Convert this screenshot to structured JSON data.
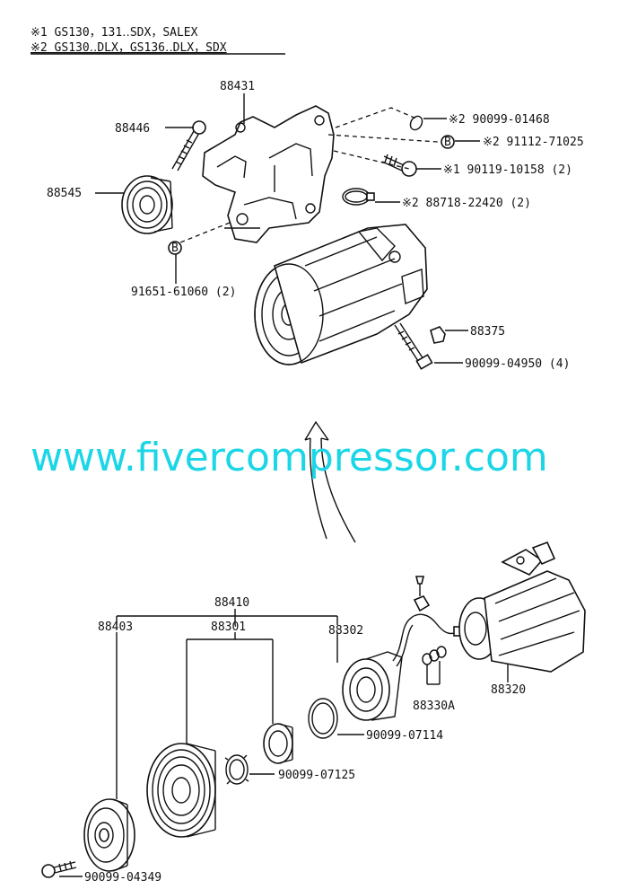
{
  "header": {
    "line1": "※1 GS130，131‥SDX，SALEX",
    "line2": "※2 GS130‥DLX，GS136‥DLX，SDX"
  },
  "watermark": "www.fivercompressor.com",
  "labels": {
    "p88431": "88431",
    "p88446": "88446",
    "p88545": "88545",
    "p91651": "91651-61060 (2)",
    "p90099_01468": "※2 90099-01468",
    "p91112": "※2 91112-71025",
    "p90119": "※1 90119-10158 (2)",
    "p88718": "※2 88718-22420 (2)",
    "p88375": "88375",
    "p90099_04950": "90099-04950 (4)",
    "p88410": "88410",
    "p88403": "88403",
    "p88301": "88301",
    "p88302": "88302",
    "p88320": "88320",
    "p88330A": "88330A",
    "p90099_07114": "90099-07114",
    "p90099_07125": "90099-07125",
    "p90099_04349": "90099-04349",
    "markerB": "B"
  }
}
